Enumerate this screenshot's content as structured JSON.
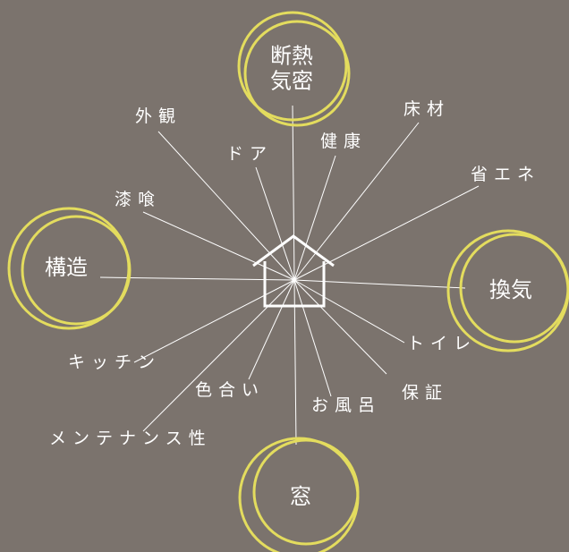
{
  "colors": {
    "background": "#7b736d",
    "ring": "#e3dc5e",
    "line": "#ffffff",
    "text": "#ffffff"
  },
  "icons": {
    "center": "house-outline-icon"
  },
  "major_items": [
    {
      "id": "insulation",
      "lines": [
        "断熱",
        "気密"
      ]
    },
    {
      "id": "structure",
      "lines": [
        "構造"
      ]
    },
    {
      "id": "ventilation",
      "lines": [
        "換気"
      ]
    },
    {
      "id": "window",
      "lines": [
        "窓"
      ]
    }
  ],
  "minor_items": [
    {
      "id": "exterior",
      "text": "外観"
    },
    {
      "id": "door",
      "text": "ドア"
    },
    {
      "id": "health",
      "text": "健康"
    },
    {
      "id": "flooring",
      "text": "床材"
    },
    {
      "id": "energy",
      "text": "省エネ"
    },
    {
      "id": "plaster",
      "text": "漆喰"
    },
    {
      "id": "toilet",
      "text": "トイレ"
    },
    {
      "id": "kitchen",
      "text": "キッチン"
    },
    {
      "id": "warranty",
      "text": "保証"
    },
    {
      "id": "colors",
      "text": "色合い"
    },
    {
      "id": "bath",
      "text": "お風呂"
    },
    {
      "id": "maintenance",
      "text": "メンテナンス性"
    }
  ]
}
